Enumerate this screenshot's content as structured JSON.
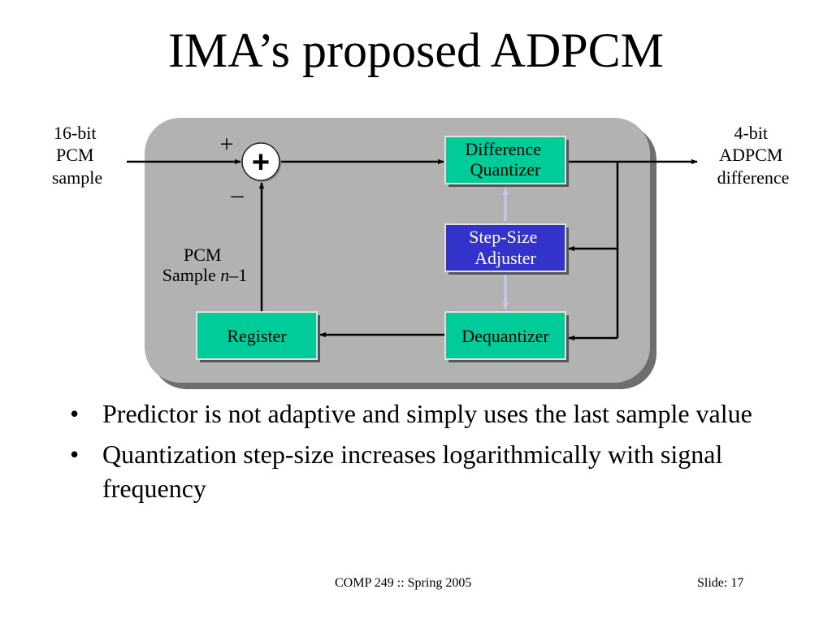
{
  "title": "IMA’s proposed ADPCM",
  "diagram": {
    "input_label": [
      "16-bit",
      "PCM",
      "sample"
    ],
    "output_label": [
      "4-bit",
      "ADPCM",
      "difference"
    ],
    "plus_sign": "+",
    "minus_sign": "–",
    "summer_symbol": "+",
    "feedback_label_line1": "PCM",
    "feedback_label_prefix": "Sample ",
    "feedback_label_var": "n",
    "feedback_label_suffix": "–1",
    "blocks": {
      "difference_quantizer": [
        "Difference",
        "Quantizer"
      ],
      "step_size_adjuster": [
        "Step-Size",
        "Adjuster"
      ],
      "dequantizer": [
        "Dequantizer"
      ],
      "register": [
        "Register"
      ]
    },
    "colors": {
      "panel": "#b2b2b2",
      "teal_block": "#00cc99",
      "blue_block": "#3333cc",
      "control_arrow": "#c8c8f0"
    }
  },
  "bullets": [
    "Predictor is not adaptive and simply uses the last sample value",
    "Quantization step-size increases logarithmically with signal frequency"
  ],
  "bullet_glyph": "•",
  "footer": {
    "course": "COMP 249 :: Spring 2005",
    "slide": "Slide: 17"
  }
}
